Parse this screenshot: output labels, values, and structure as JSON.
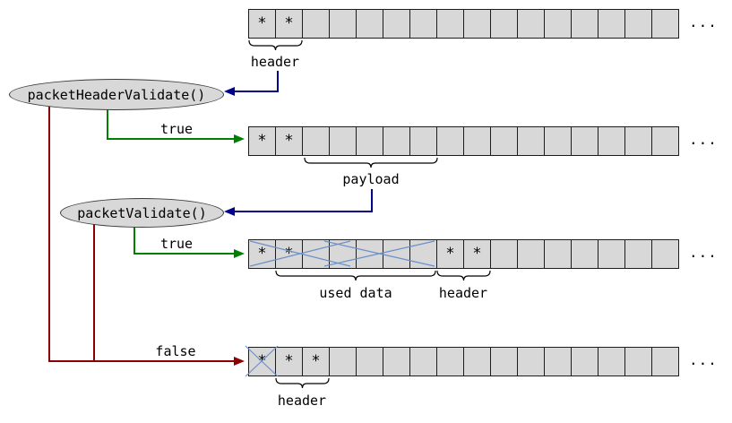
{
  "diagram": {
    "validators": [
      {
        "label": "packetHeaderValidate()"
      },
      {
        "label": "packetValidate()"
      }
    ],
    "branch_labels": {
      "true_header": "true",
      "true_packet": "true",
      "false_both": "false"
    },
    "annotations": {
      "header_initial": "header",
      "payload": "payload",
      "used_data": "used data",
      "header_after_validate": "header",
      "header_after_false": "header"
    },
    "rows": [
      {
        "name": "initial-buffer",
        "cells": [
          "*",
          "*",
          "",
          "",
          "",
          "",
          "",
          "",
          "",
          "",
          "",
          "",
          "",
          "",
          "",
          ""
        ],
        "more": "..."
      },
      {
        "name": "header-validated-buffer",
        "cells": [
          "*",
          "*",
          "",
          "",
          "",
          "",
          "",
          "",
          "",
          "",
          "",
          "",
          "",
          "",
          "",
          ""
        ],
        "more": "..."
      },
      {
        "name": "packet-validated-buffer",
        "cells": [
          "*",
          "*",
          "",
          "",
          "",
          "",
          "",
          "*",
          "*",
          "",
          "",
          "",
          "",
          "",
          "",
          ""
        ],
        "more": "..."
      },
      {
        "name": "header-failed-buffer",
        "cells": [
          "*",
          "*",
          "*",
          "",
          "",
          "",
          "",
          "",
          "",
          "",
          "",
          "",
          "",
          "",
          "",
          ""
        ],
        "more": "..."
      }
    ],
    "colors": {
      "cell-fill": "#d8d8d8",
      "navy": "#00008b",
      "green": "#008000",
      "darkred": "#8b0000",
      "cross-blue": "#6b8fc9"
    }
  }
}
